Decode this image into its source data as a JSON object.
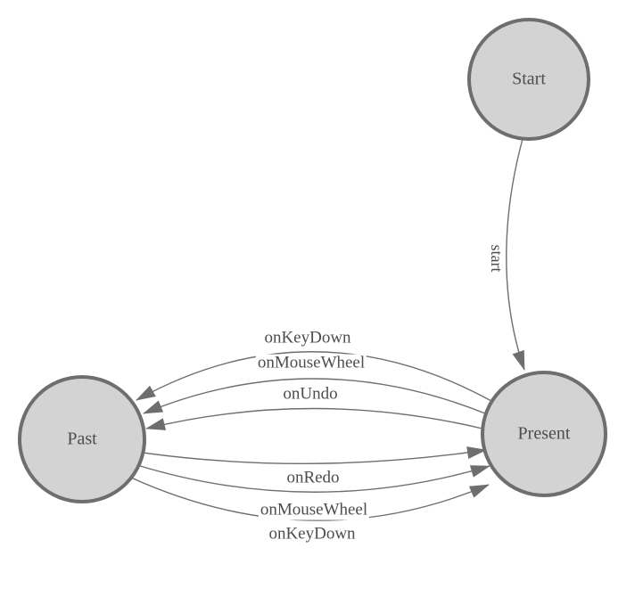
{
  "diagram": {
    "type": "state-machine",
    "nodes": [
      {
        "id": "start",
        "label": "Start"
      },
      {
        "id": "present",
        "label": "Present"
      },
      {
        "id": "past",
        "label": "Past"
      }
    ],
    "edges": [
      {
        "from": "Start",
        "to": "Present",
        "label": "start"
      },
      {
        "from": "Present",
        "to": "Past",
        "label": "onKeyDown"
      },
      {
        "from": "Present",
        "to": "Past",
        "label": "onMouseWheel"
      },
      {
        "from": "Present",
        "to": "Past",
        "label": "onUndo"
      },
      {
        "from": "Past",
        "to": "Present",
        "label": "onRedo"
      },
      {
        "from": "Past",
        "to": "Present",
        "label": "onMouseWheel"
      },
      {
        "from": "Past",
        "to": "Present",
        "label": "onKeyDown"
      }
    ],
    "colors": {
      "node_fill": "#d3d3d3",
      "node_stroke": "#6e6e6e",
      "edge_stroke": "#6e6e6e",
      "arrowhead": "#6e6e6e",
      "label_text": "#4d4d4d",
      "background": "#ffffff"
    }
  }
}
